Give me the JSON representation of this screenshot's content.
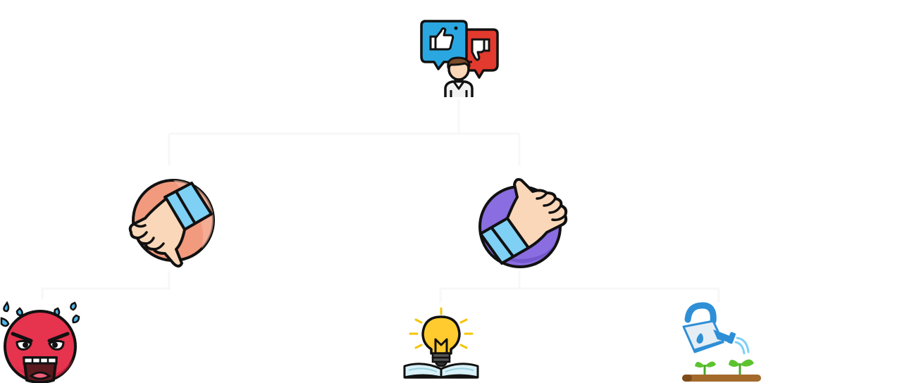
{
  "diagram": {
    "title": "",
    "nodes": [
      {
        "id": "feedback",
        "icon": "feedback-icon",
        "label": ""
      },
      {
        "id": "negative",
        "icon": "thumbs-down-icon",
        "label": ""
      },
      {
        "id": "positive",
        "icon": "thumbs-up-icon",
        "label": ""
      },
      {
        "id": "angry",
        "icon": "angry-face-icon",
        "label": ""
      },
      {
        "id": "idea",
        "icon": "lightbulb-book-icon",
        "label": ""
      },
      {
        "id": "growth",
        "icon": "watering-can-plants-icon",
        "label": ""
      }
    ],
    "edges": [
      {
        "from": "feedback",
        "to": "negative"
      },
      {
        "from": "feedback",
        "to": "positive"
      },
      {
        "from": "negative",
        "to": "angry"
      },
      {
        "from": "positive",
        "to": "idea"
      },
      {
        "from": "positive",
        "to": "growth"
      }
    ]
  },
  "colors": {
    "outline": "#111111",
    "blue_bubble": "#2aa7e0",
    "red_bubble": "#e23a2e",
    "skin": "#fad7b8",
    "hair": "#7a4a2a",
    "salmon_circle": "#f29a7e",
    "purple_circle": "#8a6de0",
    "cuff": "#7fd0f5",
    "angry_red": "#e6334e",
    "sweat": "#4fb8e8",
    "bulb_yellow": "#ffcb2e",
    "ray_yellow": "#f5c400",
    "book": "#d8f1f8",
    "can_blue": "#2e8fd6",
    "leaf_green": "#5cc32f",
    "soil_brown": "#a36a2b"
  }
}
